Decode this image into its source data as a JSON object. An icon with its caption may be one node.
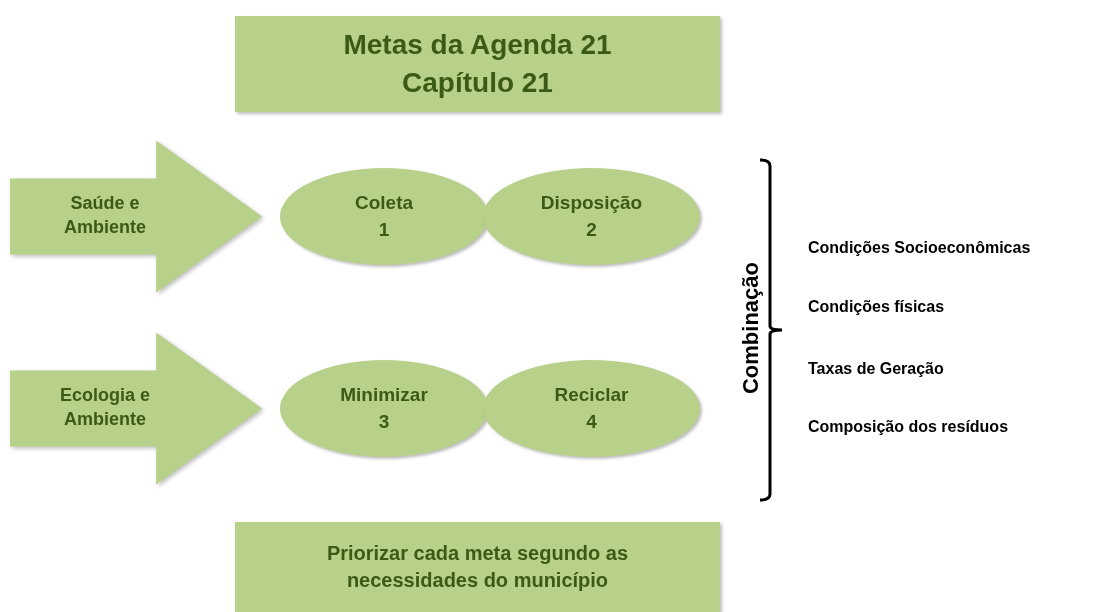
{
  "diagram": {
    "nodes": [
      {
        "text": [
          "Metas da Agenda 21 Capítulo 21"
        ]
      },
      {
        "text": [
          "Coleta 1"
        ]
      },
      {
        "text": [
          "Disposição 2"
        ]
      },
      {
        "text": [
          "Minimizar 3"
        ]
      },
      {
        "text": [
          "Reciclar 4"
        ]
      },
      {
        "text": [
          "Priorizar cada meta segundo as necessidades do município"
        ]
      }
    ],
    "edges": [
      {
        "from": null,
        "to": 1,
        "arrow": "to",
        "label": "Saúde e Ambiente",
        "style": "thick"
      },
      {
        "from": null,
        "to": 3,
        "arrow": "to",
        "label": "Ecologia e Ambiente",
        "style": "thick"
      }
    ],
    "labels": [
      "Combinação",
      "Condições Socioeconômicas",
      "Condições físicas",
      "Taxas de Geração",
      "Composição dos resíduos"
    ]
  }
}
